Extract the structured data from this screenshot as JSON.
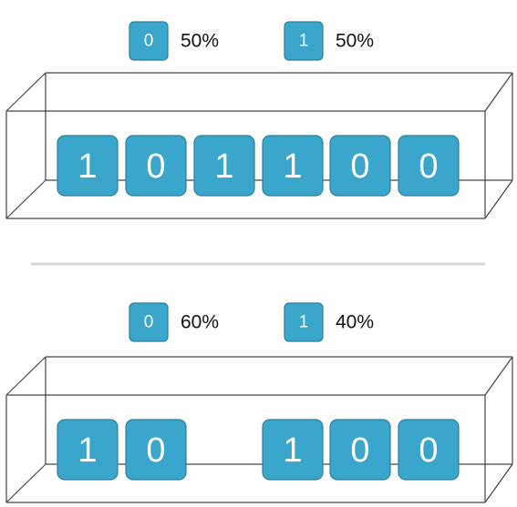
{
  "colors": {
    "tile_fill": "#3aa6cb",
    "tile_stroke": "#2d7f9d",
    "box_stroke": "#444444",
    "divider": "#d6d6d6"
  },
  "panels": [
    {
      "legend": [
        {
          "symbol": "0",
          "percent": "50%"
        },
        {
          "symbol": "1",
          "percent": "50%"
        }
      ],
      "slots": [
        "1",
        "0",
        "1",
        "1",
        "0",
        "0"
      ]
    },
    {
      "legend": [
        {
          "symbol": "0",
          "percent": "60%"
        },
        {
          "symbol": "1",
          "percent": "40%"
        }
      ],
      "slots": [
        "1",
        "0",
        null,
        "1",
        "0",
        "0"
      ]
    }
  ]
}
